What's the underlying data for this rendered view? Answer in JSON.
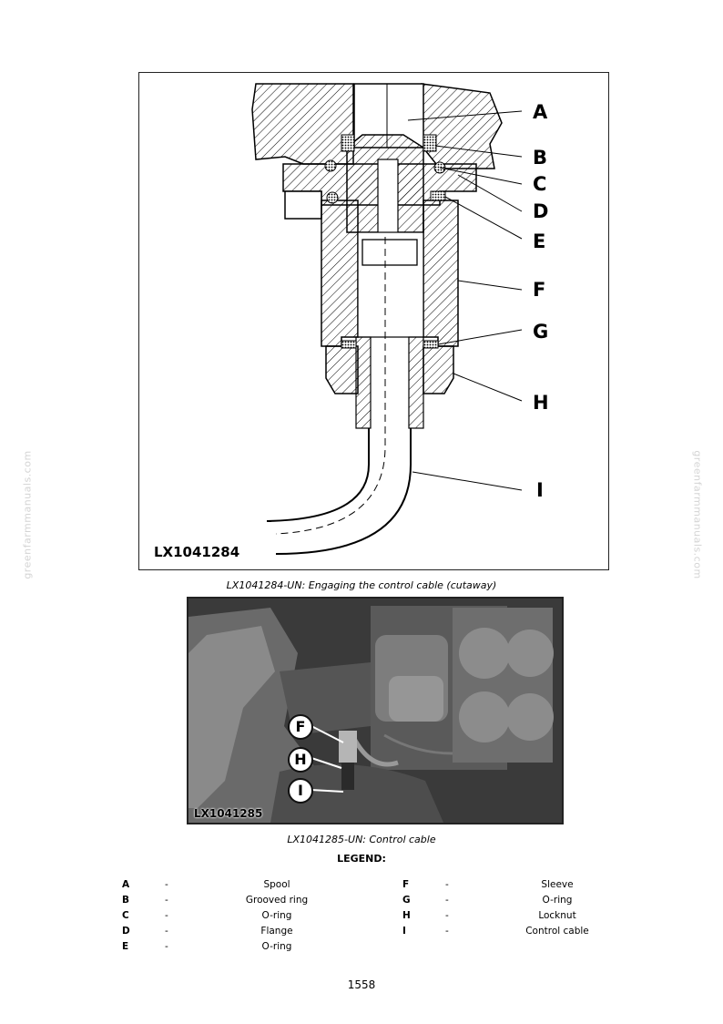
{
  "watermark": "greenfarmmanuals.com",
  "figure1": {
    "id_label": "LX1041284",
    "caption": "LX1041284-UN: Engaging the control cable (cutaway)",
    "callouts": [
      "A",
      "B",
      "C",
      "D",
      "E",
      "F",
      "G",
      "H",
      "I"
    ]
  },
  "figure2": {
    "id_label": "LX1041285",
    "caption": "LX1041285-UN: Control cable",
    "callouts": [
      "F",
      "H",
      "I"
    ]
  },
  "legend": {
    "title": "LEGEND:",
    "left": [
      {
        "code": "A",
        "dash": "-",
        "desc": "Spool"
      },
      {
        "code": "B",
        "dash": "-",
        "desc": "Grooved ring"
      },
      {
        "code": "C",
        "dash": "-",
        "desc": "O-ring"
      },
      {
        "code": "D",
        "dash": "-",
        "desc": "Flange"
      },
      {
        "code": "E",
        "dash": "-",
        "desc": "O-ring"
      }
    ],
    "right": [
      {
        "code": "F",
        "dash": "-",
        "desc": "Sleeve"
      },
      {
        "code": "G",
        "dash": "-",
        "desc": "O-ring"
      },
      {
        "code": "H",
        "dash": "-",
        "desc": "Locknut"
      },
      {
        "code": "I",
        "dash": "-",
        "desc": "Control cable"
      }
    ]
  },
  "page_number": "1558"
}
